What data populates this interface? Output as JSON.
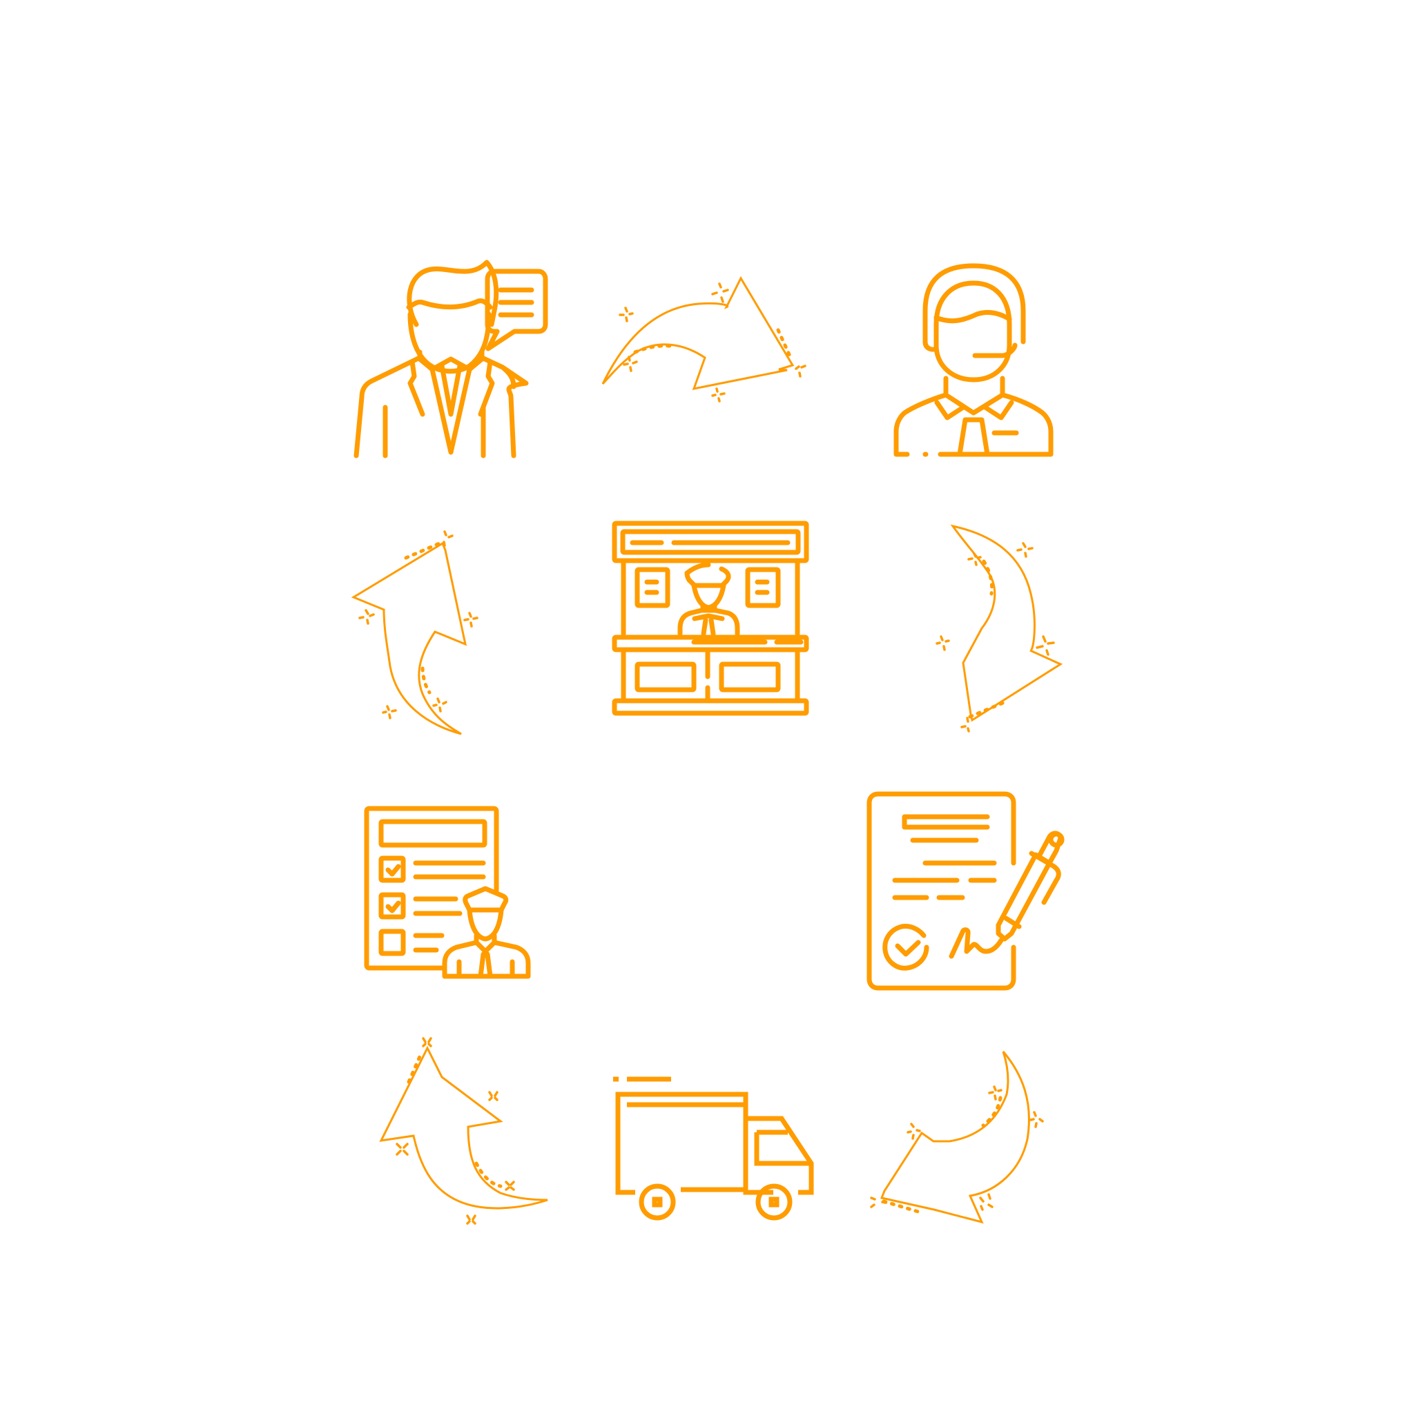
{
  "diagram": {
    "type": "process-cycle",
    "accent_color": "#FF9C00",
    "background_color": "#FFFFFF",
    "center": {
      "id": "service-counter",
      "icon": "reception-booth-icon",
      "label": ""
    },
    "nodes": [
      {
        "id": "customer",
        "icon": "businessman-speech-bubble-icon",
        "label": "",
        "position": "top-left"
      },
      {
        "id": "support-agent",
        "icon": "headset-operator-icon",
        "label": "",
        "position": "top-right"
      },
      {
        "id": "contract",
        "icon": "signed-document-pen-icon",
        "label": "",
        "position": "middle-right"
      },
      {
        "id": "delivery",
        "icon": "delivery-truck-icon",
        "label": "",
        "position": "bottom-center"
      },
      {
        "id": "inspection",
        "icon": "checklist-officer-icon",
        "label": "",
        "position": "middle-left"
      }
    ],
    "edges": [
      {
        "from": "customer",
        "to": "support-agent",
        "icon": "curved-arrow-right-icon"
      },
      {
        "from": "support-agent",
        "to": "contract",
        "icon": "curved-arrow-down-icon"
      },
      {
        "from": "contract",
        "to": "delivery",
        "icon": "curved-arrow-down-left-icon"
      },
      {
        "from": "delivery",
        "to": "inspection",
        "icon": "curved-arrow-up-left-icon"
      },
      {
        "from": "inspection",
        "to": "customer",
        "icon": "curved-arrow-up-icon"
      }
    ]
  }
}
